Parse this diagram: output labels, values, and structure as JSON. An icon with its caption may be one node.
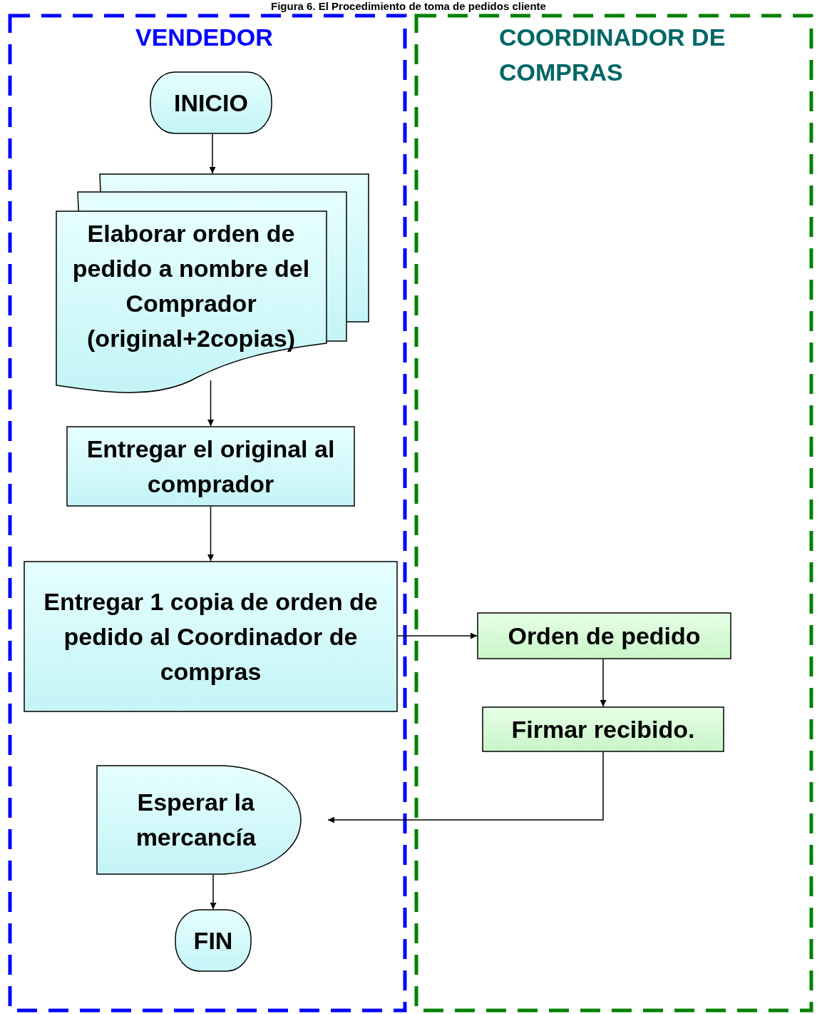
{
  "diagram": {
    "title": "Figura 6. El Procedimiento de toma de pedidos cliente",
    "nodes": [
      {
        "text": [
          "VENDEDOR"
        ]
      },
      {
        "text": [
          "COORDINADOR DE COMPRAS"
        ]
      },
      {
        "text": [
          "INICIO"
        ],
        "in": 0
      },
      {
        "text": [
          "Elaborar orden de pedido a nombre del Comprador (original+2copias)"
        ],
        "in": 0
      },
      {
        "text": [
          "Entregar el original al comprador"
        ],
        "in": 0
      },
      {
        "text": [
          "Entregar 1 copia de orden de pedido al Coordinador de compras"
        ],
        "in": 0
      },
      {
        "text": [
          "Orden de pedido"
        ],
        "in": 1
      },
      {
        "text": [
          "Firmar recibido."
        ],
        "in": 1
      },
      {
        "text": [
          "Esperar la mercancía"
        ],
        "in": 0
      },
      {
        "text": [
          "FIN"
        ],
        "in": 0
      }
    ],
    "edges": [
      {
        "from": 2,
        "to": 3,
        "arrow": "to"
      },
      {
        "from": 3,
        "to": 4,
        "arrow": "to"
      },
      {
        "from": 4,
        "to": 5,
        "arrow": "to"
      },
      {
        "from": 5,
        "to": 6,
        "arrow": "to"
      },
      {
        "from": 6,
        "to": 7,
        "arrow": "to"
      },
      {
        "from": 7,
        "to": 8,
        "arrow": "to"
      },
      {
        "from": 8,
        "to": 9,
        "arrow": "to"
      }
    ]
  }
}
